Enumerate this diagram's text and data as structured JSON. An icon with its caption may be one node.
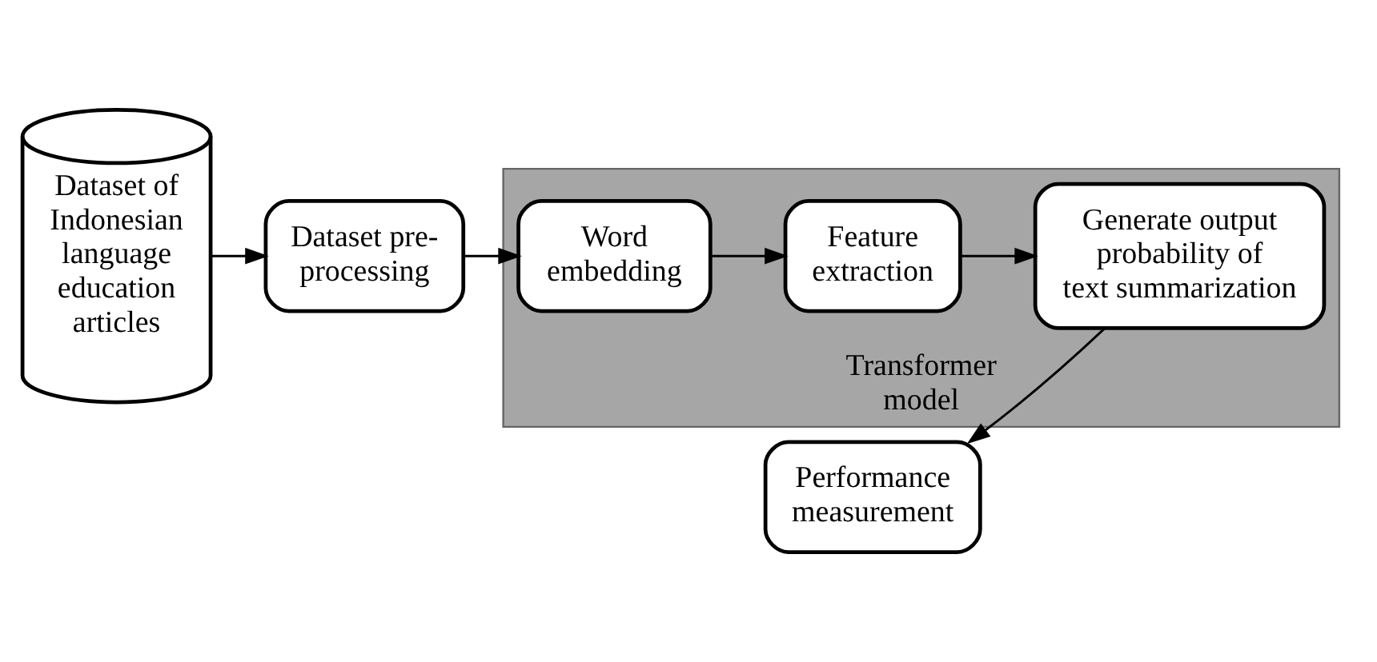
{
  "diagram": {
    "nodes": [
      {
        "text": [
          "Dataset of Indonesian language education articles"
        ]
      },
      {
        "text": [
          "Dataset pre-processing"
        ]
      },
      {
        "text": [
          "Transformer model"
        ]
      },
      {
        "text": [
          "Word embedding"
        ],
        "in": 2
      },
      {
        "text": [
          "Feature extraction"
        ],
        "in": 2
      },
      {
        "text": [
          "Generate output probability of text summarization"
        ],
        "in": 2
      },
      {
        "text": [
          "Performance measurement"
        ]
      }
    ],
    "edges": [
      {
        "from": 0,
        "to": 1,
        "arrow": "to"
      },
      {
        "from": 1,
        "to": 3,
        "arrow": "to"
      },
      {
        "from": 3,
        "to": 4,
        "arrow": "to"
      },
      {
        "from": 4,
        "to": 5,
        "arrow": "to"
      },
      {
        "from": 5,
        "to": 6,
        "arrow": "to"
      }
    ]
  }
}
